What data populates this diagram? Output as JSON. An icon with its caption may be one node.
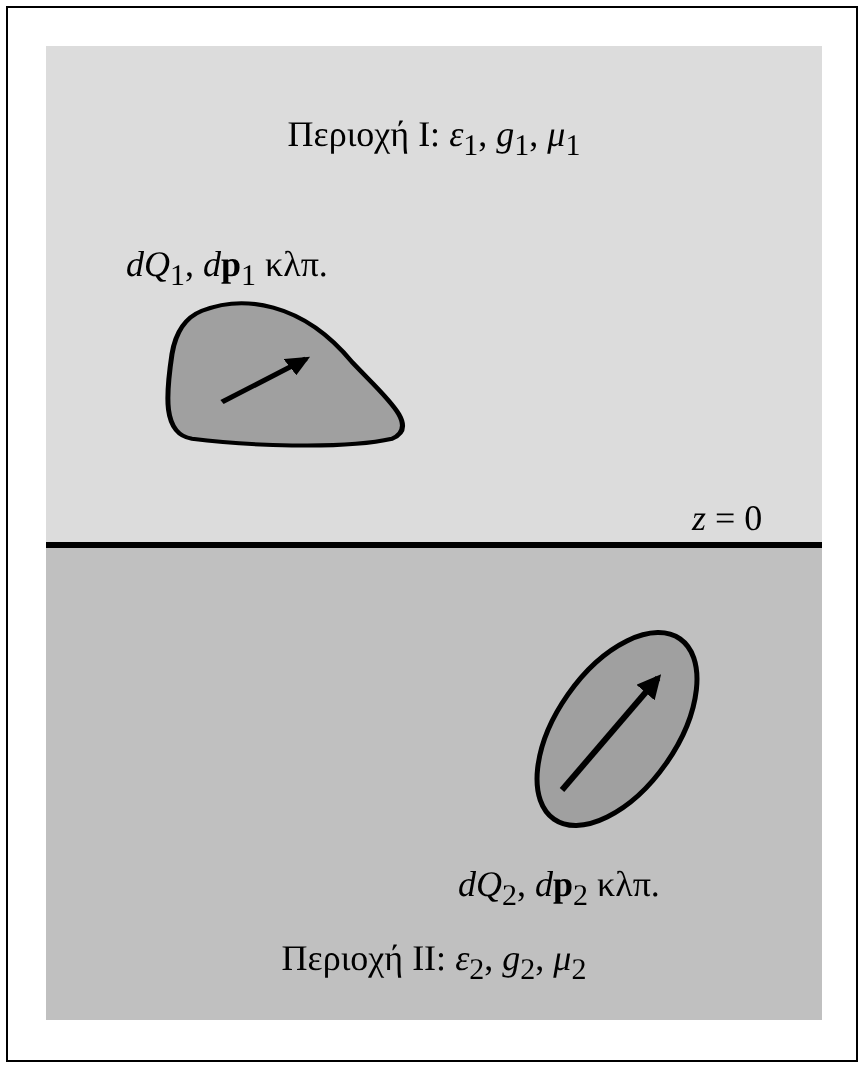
{
  "diagram": {
    "nodes": [
      {
        "text": [
          "Περιοχή I: *ε*$_{1}$, *g*$_{1}$, *μ*$_{1}$"
        ]
      },
      {
        "text": [],
        "shape": "blob",
        "in": 0,
        "beside": [
          "*dQ*$_{1}$, *d*$^{}$**p**$_{1}$ κλπ."
        ]
      },
      {
        "text": [
          "Περιοχή II: *ε*$_{2}$, *g*$_{2}$, *μ*$_{2}$"
        ]
      },
      {
        "text": [],
        "shape": "ellipse",
        "in": 2,
        "beside": [
          "*dQ*$_{2}$, *d*$^{}$**p**$_{2}$ κλπ."
        ]
      }
    ],
    "labels": [
      "*z* = 0"
    ]
  }
}
